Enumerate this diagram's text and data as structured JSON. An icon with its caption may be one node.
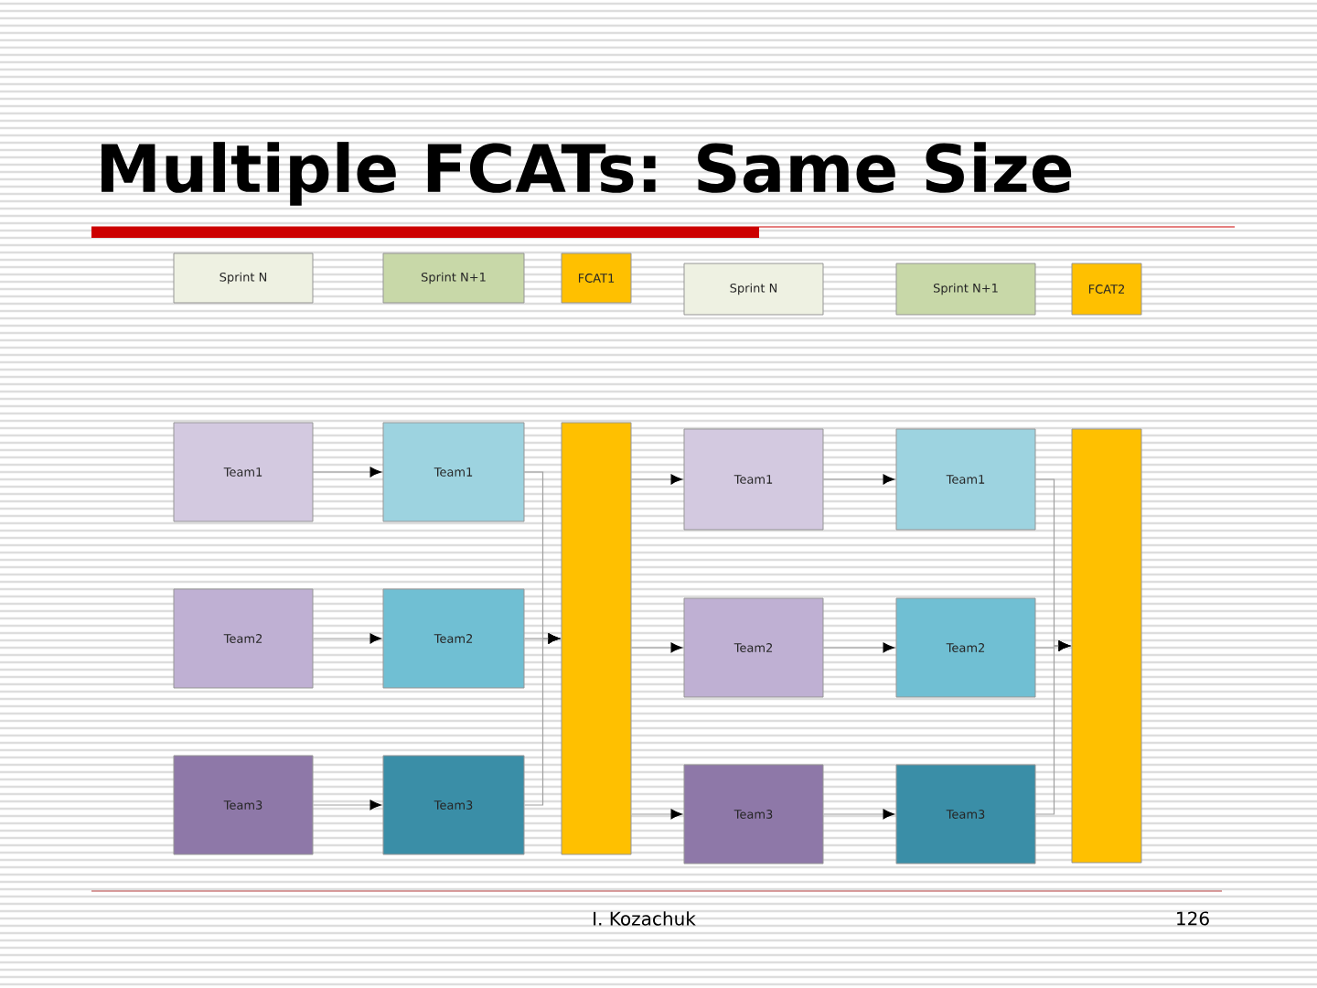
{
  "diagram": {
    "title": "Multiple FCATs: Same Size",
    "nodes": [
      {
        "text": [
          "Sprint N"
        ]
      },
      {
        "text": [
          "Sprint N+1"
        ]
      },
      {
        "text": [
          "FCAT1"
        ]
      },
      {
        "text": [
          "Sprint N"
        ]
      },
      {
        "text": [
          "Sprint N+1"
        ]
      },
      {
        "text": [
          "FCAT2"
        ]
      },
      {
        "text": [
          "Team1"
        ]
      },
      {
        "text": [
          "Team1"
        ]
      },
      {
        "text": [
          "Team2"
        ]
      },
      {
        "text": [
          "Team2"
        ]
      },
      {
        "text": [
          "Team3"
        ]
      },
      {
        "text": [
          "Team3"
        ]
      },
      {
        "text": [],
        "shape": "bar"
      },
      {
        "text": [
          "Team1"
        ]
      },
      {
        "text": [
          "Team1"
        ]
      },
      {
        "text": [
          "Team2"
        ]
      },
      {
        "text": [
          "Team2"
        ]
      },
      {
        "text": [
          "Team3"
        ]
      },
      {
        "text": [
          "Team3"
        ]
      },
      {
        "text": [],
        "shape": "bar"
      }
    ],
    "edges": [
      {
        "from": 6,
        "to": 7,
        "arrow": "to"
      },
      {
        "from": 8,
        "to": 9,
        "arrow": "to"
      },
      {
        "from": 10,
        "to": 11,
        "arrow": "to"
      },
      {
        "from": 7,
        "to": 12,
        "arrow": "to"
      },
      {
        "from": 9,
        "to": 12,
        "arrow": "to"
      },
      {
        "from": 11,
        "to": 12,
        "arrow": "to"
      },
      {
        "from": 12,
        "to": 13,
        "arrow": "to"
      },
      {
        "from": 12,
        "to": 15,
        "arrow": "to"
      },
      {
        "from": 12,
        "to": 17,
        "arrow": "to"
      },
      {
        "from": 13,
        "to": 14,
        "arrow": "to"
      },
      {
        "from": 15,
        "to": 16,
        "arrow": "to"
      },
      {
        "from": 17,
        "to": 18,
        "arrow": "to"
      },
      {
        "from": 14,
        "to": 19,
        "arrow": "to"
      },
      {
        "from": 16,
        "to": 19,
        "arrow": "to"
      },
      {
        "from": 18,
        "to": 19,
        "arrow": "to"
      }
    ],
    "labels": [
      "I. Kozachuk",
      "126"
    ]
  }
}
